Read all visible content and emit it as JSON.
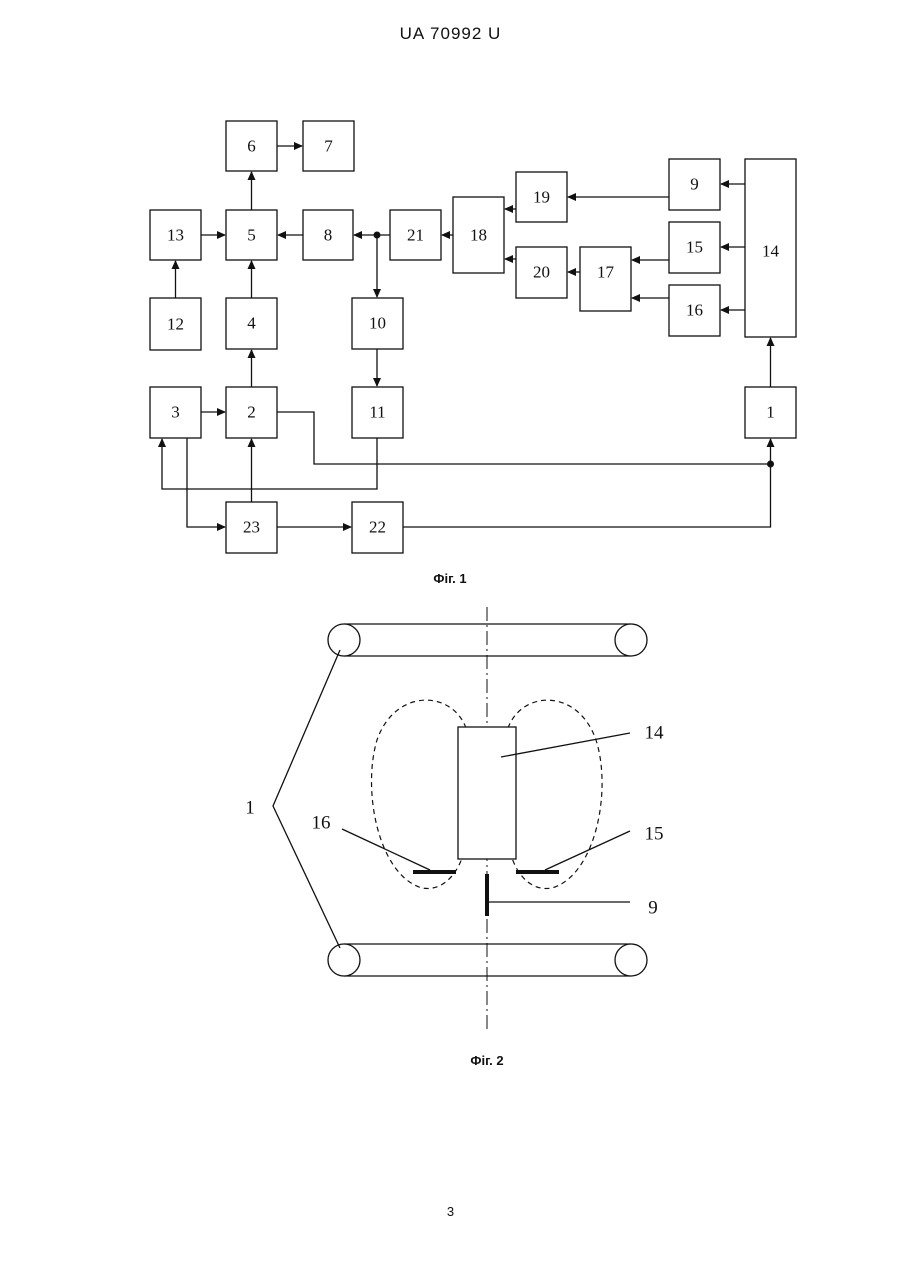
{
  "header": {
    "doc_id": "UA   70992   U"
  },
  "fig1": {
    "caption": "Фіг. 1",
    "blocks": {
      "b1": "1",
      "b2": "2",
      "b3": "3",
      "b4": "4",
      "b5": "5",
      "b6": "6",
      "b7": "7",
      "b8": "8",
      "b9": "9",
      "b10": "10",
      "b11": "11",
      "b12": "12",
      "b13": "13",
      "b14": "14",
      "b15": "15",
      "b16": "16",
      "b17": "17",
      "b18": "18",
      "b19": "19",
      "b20": "20",
      "b21": "21",
      "b22": "22",
      "b23": "23"
    }
  },
  "fig2": {
    "caption": "Фіг. 2",
    "labels": {
      "l1": "1",
      "l14": "14",
      "l15": "15",
      "l16": "16",
      "l9": "9"
    }
  },
  "footer": {
    "page_number": "3"
  }
}
